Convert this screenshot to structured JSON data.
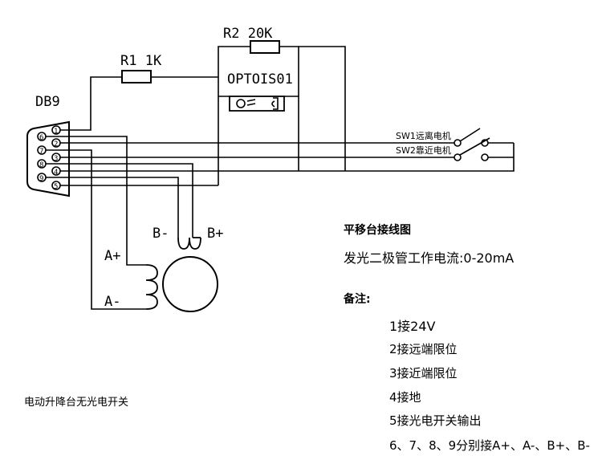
{
  "labels": {
    "connector": "DB9",
    "r1": "R1 1K",
    "r2": "R2 20K",
    "opto": "OPTOIS01",
    "sw1": "SW1远离电机",
    "sw2": "SW2靠近电机",
    "b_minus": "B-",
    "b_plus": "B+",
    "a_plus": "A+",
    "a_minus": "A-",
    "pins": [
      "1",
      "2",
      "3",
      "4",
      "5",
      "6",
      "7",
      "8",
      "9"
    ]
  },
  "notes": {
    "title": "平移台接线图",
    "led_current": "发光二极管工作电流:0-20mA",
    "remarks_label": "备注:",
    "items": [
      "1接24V",
      "2接远端限位",
      "3接近端限位",
      "4接地",
      "5接光电开关输出",
      "6、7、8、9分别接A+、A-、B+、B-"
    ]
  },
  "caption": "电动升降台无光电开关"
}
